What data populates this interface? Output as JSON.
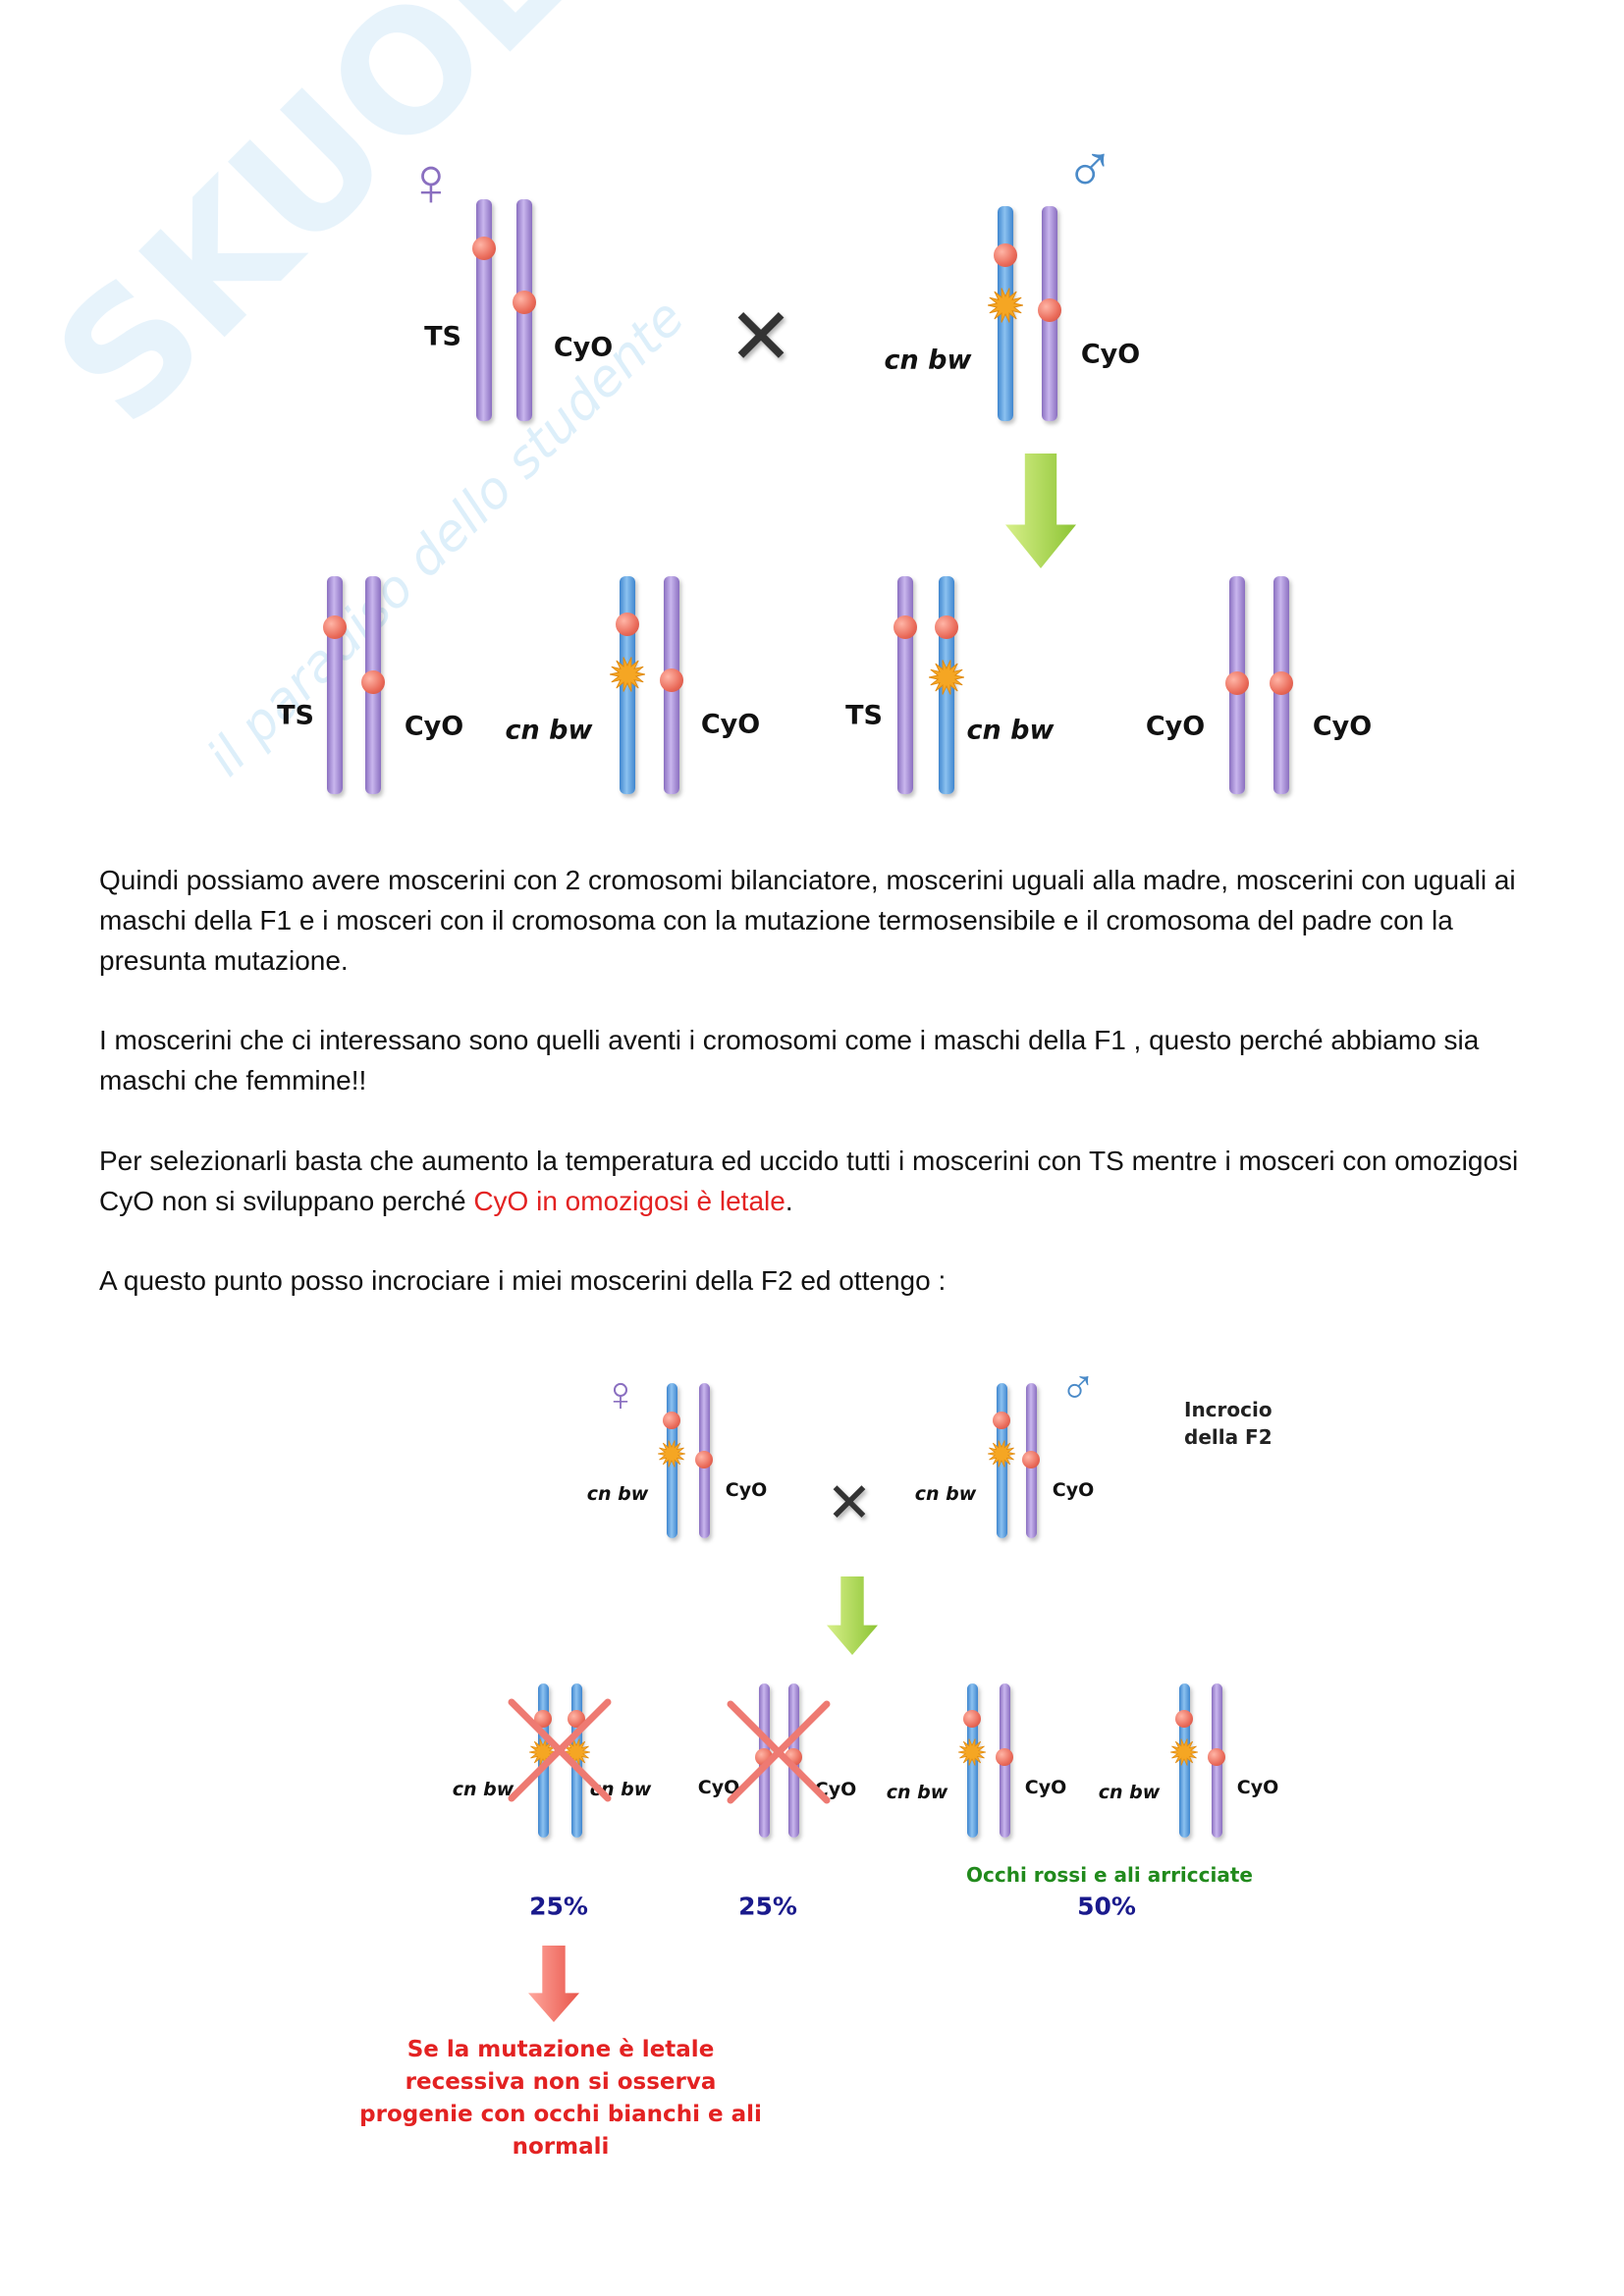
{
  "watermark": {
    "brand": "SKUOLA.net",
    "tagline": "il paradiso dello studente"
  },
  "diagram1": {
    "female_symbol": "♀",
    "male_symbol": "♂",
    "cross_symbol": "✕",
    "parents": {
      "female_left": "TS",
      "female_right": "CyO",
      "male_left": "cn bw",
      "male_right": "CyO"
    },
    "offspring": [
      {
        "left": "TS",
        "right": "CyO"
      },
      {
        "left": "cn bw",
        "right": "CyO"
      },
      {
        "left": "TS",
        "right": "cn bw"
      },
      {
        "left": "CyO",
        "right": "CyO"
      }
    ]
  },
  "text": {
    "p1": "Quindi possiamo avere moscerini con 2 cromosomi bilanciatore, moscerini uguali alla madre, moscerini con uguali ai maschi della F1 e i mosceri con il cromosoma con la mutazione termosensibile e il cromosoma del padre con la presunta mutazione.",
    "p2": "I moscerini che ci interessano sono quelli aventi i cromosomi come i maschi della F1 , questo perché abbiamo sia maschi che femmine!!",
    "p3_a": "Per selezionarli basta che aumento la temperatura ed uccido tutti i moscerini con TS mentre i mosceri con omozigosi CyO non si sviluppano perché ",
    "p3_red": "CyO in omozigosi è letale",
    "p3_b": ".",
    "p4": "A questo punto posso incrociare i miei moscerini della F2 ed ottengo :"
  },
  "diagram2": {
    "female_symbol": "♀",
    "male_symbol": "♂",
    "cross_symbol": "✕",
    "title_line1": "Incrocio",
    "title_line2": "della F2",
    "parents": {
      "female_left": "cn bw",
      "female_right": "CyO",
      "male_left": "cn bw",
      "male_right": "CyO"
    },
    "offspring": [
      {
        "left": "cn bw",
        "right": "cn bw",
        "crossed": true
      },
      {
        "left": "CyO",
        "right": "CyO",
        "crossed": true
      },
      {
        "left": "cn bw",
        "right": "CyO"
      },
      {
        "left": "cn bw",
        "right": "CyO"
      }
    ],
    "pct1": "25%",
    "pct2": "25%",
    "pct3": "50%",
    "phenotype": "Occhi rossi e ali arricciate",
    "note_lines": [
      "Se la mutazione è letale",
      "recessiva non si osserva",
      "progenie con occhi bianchi e ali",
      "normali"
    ],
    "colors": {
      "blue_chromosome": "#3f86cf",
      "purple_chromosome": "#8a6fc0",
      "centromere": "#ea6b5a",
      "arrow_green": "#9acd32",
      "arrow_red": "#ee6a60"
    }
  }
}
